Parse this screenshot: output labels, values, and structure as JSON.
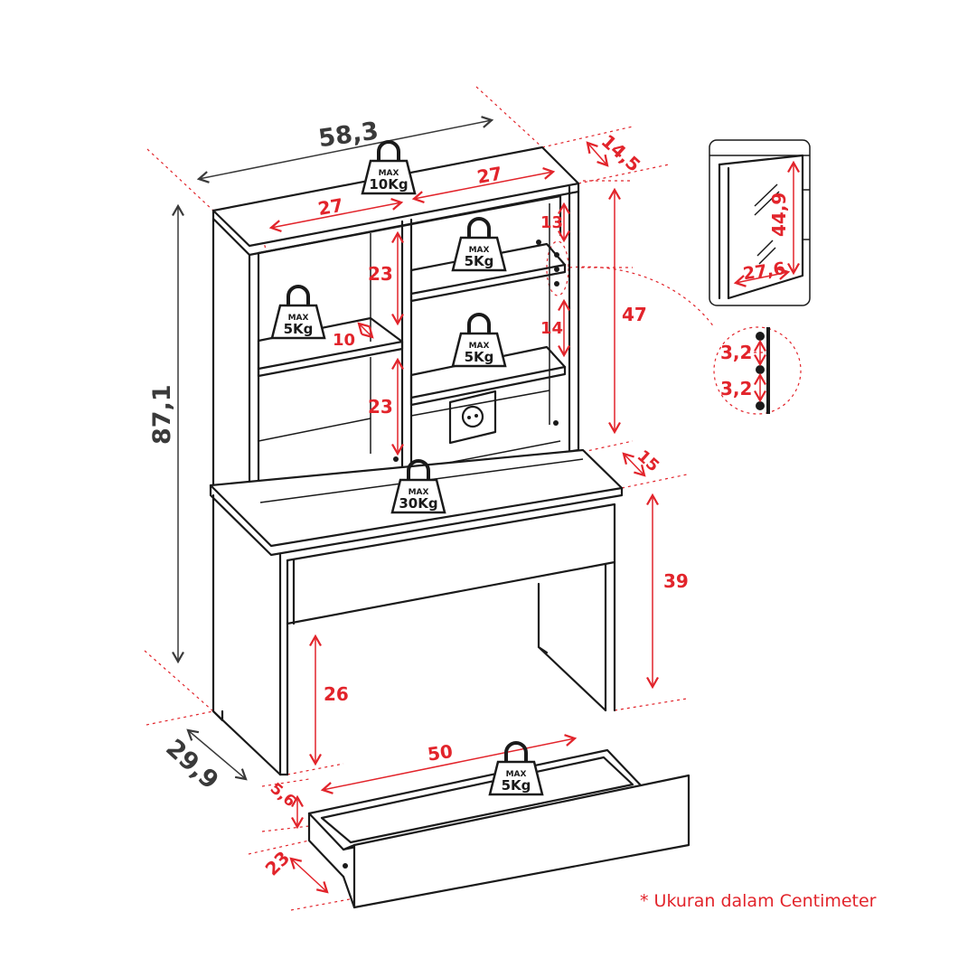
{
  "colors": {
    "dimension_red": "#e2242b",
    "dimension_black": "#3a3a3a",
    "outline": "#1a1a1a"
  },
  "overall": {
    "width": "58,3",
    "height": "87,1",
    "depth": "29,9"
  },
  "hutch": {
    "left_width": "27",
    "right_width": "27",
    "top_depth": "14,5",
    "left_upper_height": "23",
    "left_lower_height": "23",
    "left_shelf_depth": "10",
    "right_upper_height": "13",
    "right_mid_height": "14",
    "right_total_height": "47",
    "base_depth": "15"
  },
  "desk": {
    "leg_height": "39",
    "knee_height": "26"
  },
  "drawer": {
    "width": "50",
    "height": "5,6",
    "depth": "23"
  },
  "door_inset": {
    "height": "44,9",
    "width": "27,6"
  },
  "hole_detail": {
    "spacing_1": "3,2",
    "spacing_2": "3,2"
  },
  "loads": [
    {
      "top": "MAX",
      "value": "10Kg"
    },
    {
      "top": "MAX",
      "value": "5Kg"
    },
    {
      "top": "MAX",
      "value": "5Kg"
    },
    {
      "top": "MAX",
      "value": "5Kg"
    },
    {
      "top": "MAX",
      "value": "30Kg"
    },
    {
      "top": "MAX",
      "value": "5Kg"
    }
  ],
  "footnote": "* Ukuran dalam Centimeter"
}
